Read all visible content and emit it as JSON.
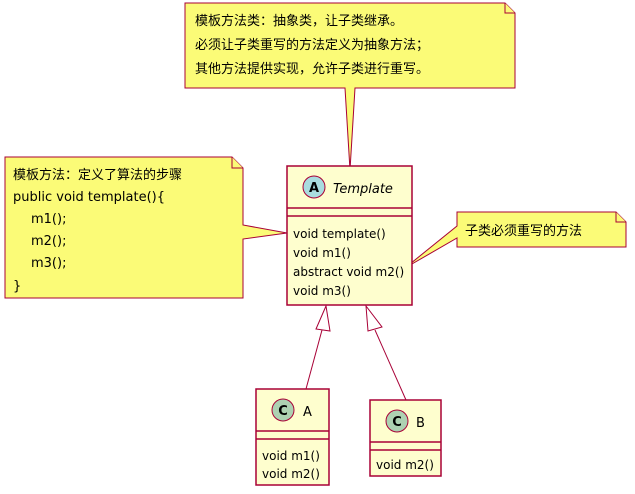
{
  "notes": {
    "template_note": {
      "lines": [
        "模板方法类：抽象类，让子类继承。",
        "必须让子类重写的方法定义为抽象方法；",
        "其他方法提供实现，允许子类进行重写。"
      ]
    },
    "method_note": {
      "lines": [
        "模板方法：定义了算法的步骤",
        "public void template(){",
        "m1();",
        "m2();",
        "m3();",
        "}"
      ]
    },
    "override_note": {
      "lines": [
        "子类必须重写的方法"
      ]
    }
  },
  "classes": {
    "template": {
      "stereotype": "A",
      "name": "Template",
      "methods": [
        "void template()",
        "void m1()",
        "abstract void m2()",
        "void m3()"
      ],
      "abstract": true
    },
    "a": {
      "stereotype": "C",
      "name": "A",
      "methods": [
        "void m1()",
        "void m2()"
      ]
    },
    "b": {
      "stereotype": "C",
      "name": "B",
      "methods": [
        "void m2()"
      ]
    }
  },
  "colors": {
    "note_fill": "#FBFB77",
    "note_border": "#A80036",
    "class_fill": "#FEFECE",
    "class_border": "#A80036",
    "abstract_circle": "#A9DCDF",
    "class_circle": "#ADD1B2"
  }
}
